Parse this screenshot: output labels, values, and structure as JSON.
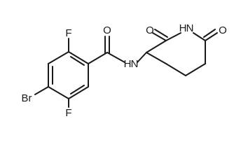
{
  "atoms": {
    "o_amide": "O",
    "nh_amide": "H",
    "n_amide": "N",
    "nh_imide": "H",
    "n_imide": "N",
    "o_imide_left": "O",
    "o_imide_right": "O",
    "f_top": "F",
    "f_bottom": "F",
    "br": "Br"
  }
}
